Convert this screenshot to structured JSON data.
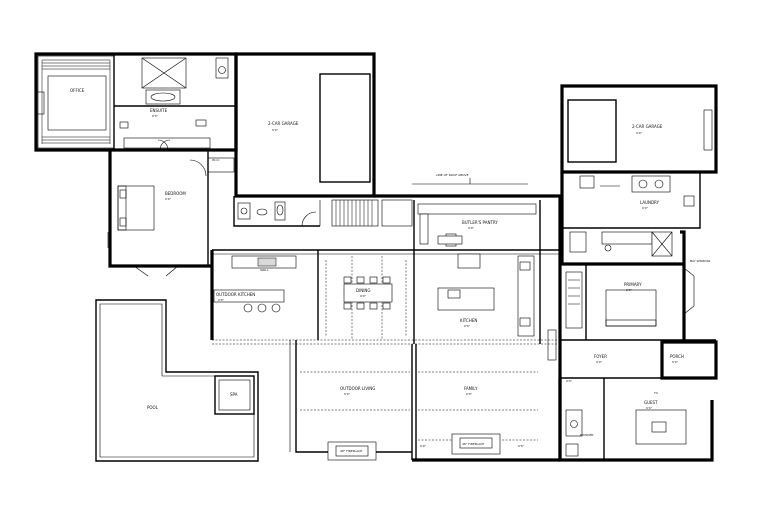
{
  "rooms": {
    "office": {
      "name": "OFFICE"
    },
    "ensuite": {
      "name": "ENSUITE",
      "dim": "0'0\""
    },
    "garage_left": {
      "name": "2-CAR GARAGE",
      "dim": "0'0\""
    },
    "bedroom_left": {
      "name": "BEDROOM",
      "dim": "0'0\""
    },
    "wic_left": {
      "name": "W.I.C"
    },
    "outdoor_kitchen": {
      "name": "OUTDOOR KITCHEN",
      "dim": "0'0\""
    },
    "grill": {
      "name": "GRILL"
    },
    "dining": {
      "name": "DINING",
      "dim": "0'0\""
    },
    "butler_pantry": {
      "name": "BUTLER'S PANTRY",
      "dim": "0'0\""
    },
    "kitchen": {
      "name": "KITCHEN",
      "dim": "0'0\""
    },
    "outdoor_living": {
      "name": "OUTDOOR LIVING",
      "dim": "0'0\""
    },
    "family": {
      "name": "FAMILY",
      "dim": "0'0\""
    },
    "garage_right": {
      "name": "2-CAR GARAGE",
      "dim": "0'0\""
    },
    "laundry": {
      "name": "LAUNDRY",
      "dim": "0'0\""
    },
    "primary": {
      "name": "PRIMARY",
      "dim": "0'0\""
    },
    "foyer": {
      "name": "FOYER",
      "dim": "0'0\""
    },
    "porch": {
      "name": "PORCH",
      "dim": "0'0\""
    },
    "guest": {
      "name": "GUEST",
      "dim": "0'0\""
    },
    "powder": {
      "name": "POWDER",
      "dim": "0'0\""
    },
    "pool": {
      "name": "POOL"
    },
    "spa": {
      "name": "SPA"
    }
  },
  "notes": {
    "roof_note": "LINE OF ROOF ABOVE",
    "fireplace_left": "48\" FIREPLACE",
    "fireplace_right": "48\" FIREPLACE",
    "tv": "TV",
    "bay_window": "BAY WINDOW",
    "dims_a": "0'0\"",
    "dims_b": "0'0\"",
    "dims_c": "0'0\""
  }
}
